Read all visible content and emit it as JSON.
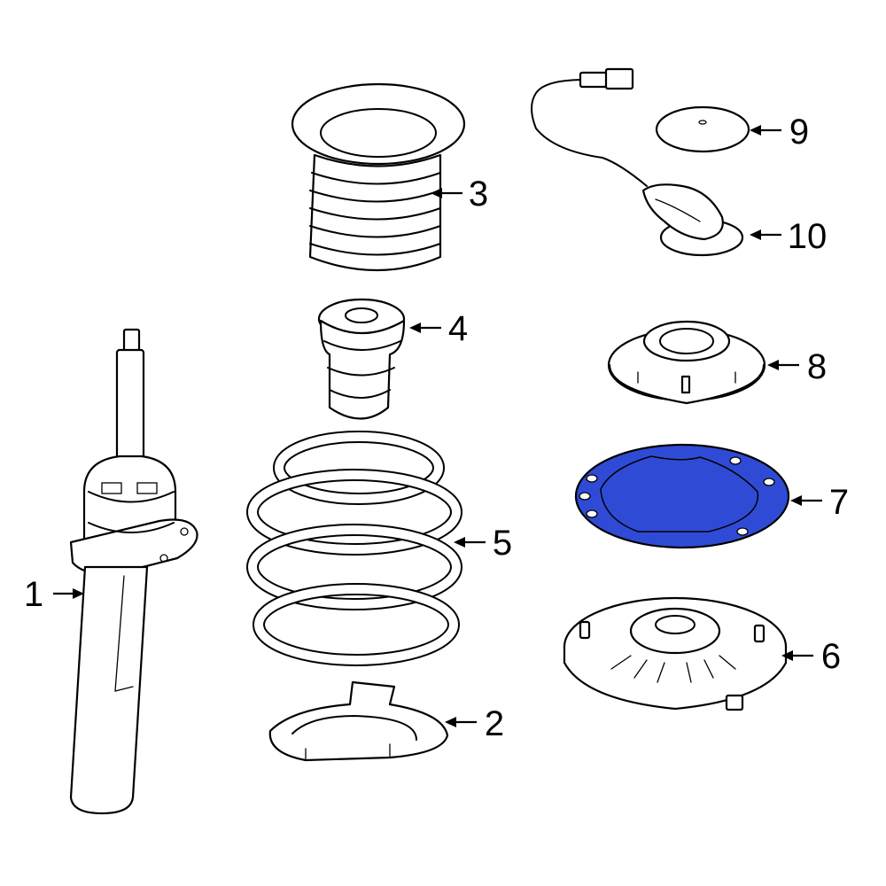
{
  "diagram": {
    "highlight_color": "#2f4bd6",
    "line_color": "#000000",
    "background": "#ffffff",
    "callouts": [
      {
        "id": "1",
        "label": "1"
      },
      {
        "id": "2",
        "label": "2"
      },
      {
        "id": "3",
        "label": "3"
      },
      {
        "id": "4",
        "label": "4"
      },
      {
        "id": "5",
        "label": "5"
      },
      {
        "id": "6",
        "label": "6"
      },
      {
        "id": "7",
        "label": "7",
        "highlighted": true
      },
      {
        "id": "8",
        "label": "8"
      },
      {
        "id": "9",
        "label": "9"
      },
      {
        "id": "10",
        "label": "10"
      }
    ]
  }
}
